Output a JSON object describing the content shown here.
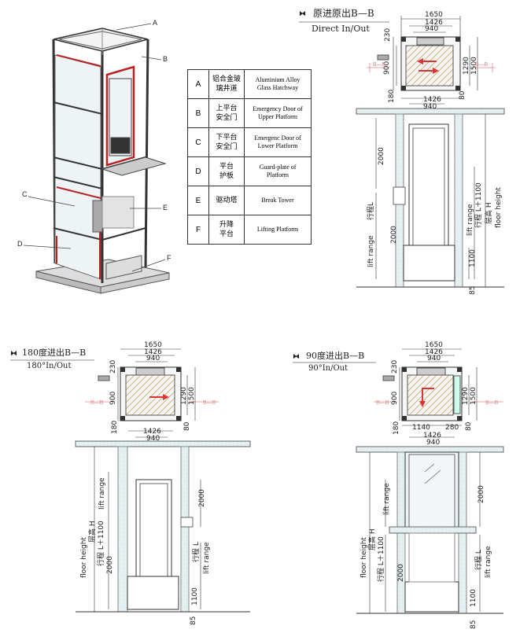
{
  "labels": {
    "a": "A",
    "b": "B",
    "c": "C",
    "d": "D",
    "e": "E",
    "f": "F"
  },
  "legend": [
    {
      "key": "A",
      "cn1": "铝合金玻",
      "cn2": "璃井道",
      "en1": "Aluminium Alloy",
      "en2": "Glass Hatchway"
    },
    {
      "key": "B",
      "cn1": "上平台",
      "cn2": "安全门",
      "en1": "Emergency Door of",
      "en2": "Upper Platform"
    },
    {
      "key": "C",
      "cn1": "下平台",
      "cn2": "安全门",
      "en1": "Emergenc Door of",
      "en2": "Lower Platform"
    },
    {
      "key": "D",
      "cn1": "平台",
      "cn2": "护板",
      "en1": "Guard-plate of",
      "en2": "Platform"
    },
    {
      "key": "E",
      "cn1": "驱动塔",
      "cn2": "",
      "en1": "Break Tower",
      "en2": ""
    },
    {
      "key": "F",
      "cn1": "升降",
      "cn2": "平台",
      "en1": "Lifting Platform",
      "en2": ""
    }
  ],
  "view_direct": {
    "title_cn": "原进原出B—B",
    "title_en": "Direct In/Out"
  },
  "view_180": {
    "title_cn": "180度进出B—B",
    "title_en": "180°In/Out"
  },
  "view_90": {
    "title_cn": "90度进出B—B",
    "title_en": "90°In/Out"
  },
  "dims": {
    "w1650": "1650",
    "w1426": "1426",
    "w940": "940",
    "d230": "230",
    "d900": "900",
    "d1290": "1290",
    "d1500": "1500",
    "d180": "180",
    "d80": "80",
    "d1140": "1140",
    "d280": "280",
    "d2000": "2000",
    "d1100": "1100",
    "d85": "85",
    "section": "B—B",
    "lift_range": "lift range",
    "lift_range_cn": "行程L",
    "travel": "行程 L",
    "travel_plus": "行程 L＋1100",
    "floor_height": "floor height",
    "floor_height_cn": "层高 H"
  }
}
